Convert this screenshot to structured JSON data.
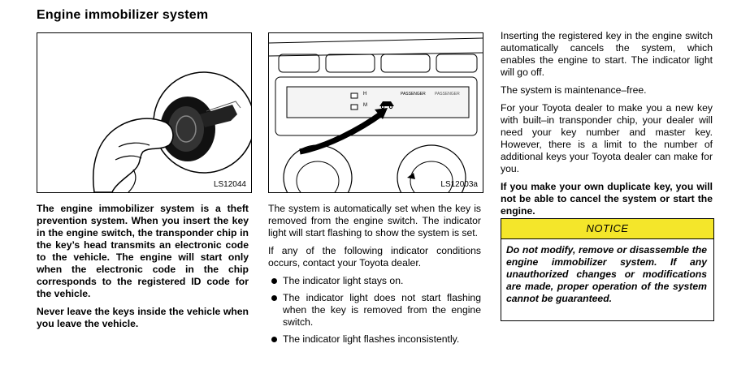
{
  "page": {
    "title": "Engine immobilizer system"
  },
  "figures": {
    "left_code": "LS12044",
    "middle_code": "LS12003a",
    "panel_labels": {
      "h": "H",
      "m": "M",
      "passenger_1": "PASSENGER",
      "passenger_2": "PASSENGER"
    }
  },
  "left_column": {
    "para1": "The engine immobilizer system is a theft prevention system. When you insert the key in the engine switch, the transponder chip in the key’s head transmits an electronic code to the vehicle. The engine will start only when the electronic code in the chip corresponds to the registered ID code for the vehicle.",
    "para2": "Never leave the keys inside the vehicle when you leave the vehicle."
  },
  "middle_column": {
    "para1": "The system is automatically set when the key is removed from the engine switch. The indicator light will start flashing to show the system is set.",
    "para2": "If any of the following indicator conditions occurs, contact your Toyota dealer.",
    "bullets": [
      "The indicator light stays on.",
      "The indicator light does not start flashing when the key is removed from the engine switch.",
      "The indicator light flashes inconsistently."
    ]
  },
  "right_column": {
    "para1": "Inserting the registered key in the engine switch automatically cancels the system, which enables the engine to start. The indicator light will go off.",
    "para2": "The system is maintenance–free.",
    "para3": "For your Toyota dealer to make you a new key with built–in transponder chip, your dealer will need your key number and master key. However, there is a limit to the number of additional keys your Toyota dealer can make for you.",
    "para4": "If you make your own duplicate key, you will not be able to cancel the system or start the engine."
  },
  "notice": {
    "heading": "NOTICE",
    "body": "Do not modify, remove or disassemble the engine immobilizer system. If any unauthorized changes or modifications are made, proper operation of the system cannot be guaranteed.",
    "accent_color": "#f4e62a"
  }
}
